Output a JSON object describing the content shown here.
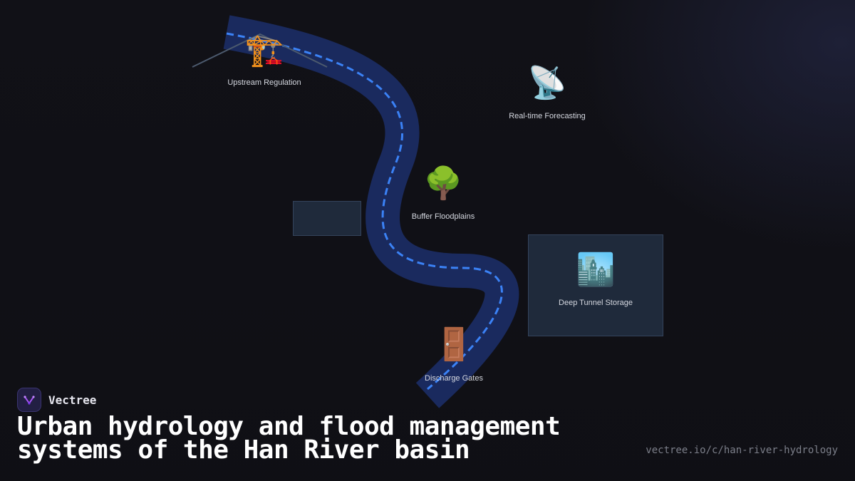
{
  "diagram": {
    "nodes": [
      {
        "id": "upstream",
        "icon": "construction-crane-icon",
        "glyph": "🏗️",
        "label": "Upstream Regulation"
      },
      {
        "id": "forecasting",
        "icon": "satellite-antenna-icon",
        "glyph": "📡",
        "label": "Real-time Forecasting"
      },
      {
        "id": "floodplains",
        "icon": "deciduous-tree-icon",
        "glyph": "🌳",
        "label": "Buffer Floodplains"
      },
      {
        "id": "tunnel",
        "icon": "cityscape-icon",
        "glyph": "🏙️",
        "label": "Deep Tunnel Storage"
      },
      {
        "id": "gates",
        "icon": "door-icon",
        "glyph": "🚪",
        "label": "Discharge Gates"
      }
    ],
    "colors": {
      "river": "#1a2a5e",
      "flow_line": "#3b82f6",
      "box_fill": "#1f2a3b"
    }
  },
  "footer": {
    "brand": "Vectree",
    "title": "Urban hydrology and flood management systems of the Han River basin",
    "url": "vectree.io/c/han-river-hydrology"
  }
}
